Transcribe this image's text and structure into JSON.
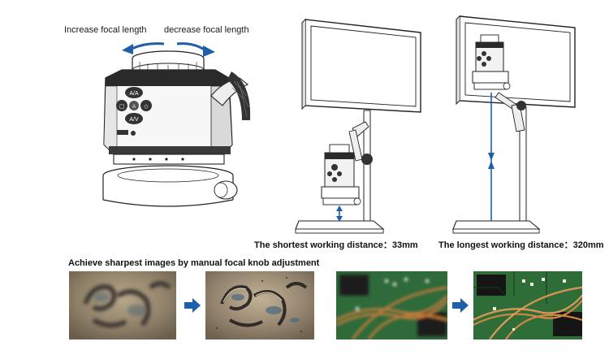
{
  "labels": {
    "increase_focal": "Increase focal length",
    "decrease_focal": "decrease focal length",
    "shortest_distance": "The shortest working distance：33mm",
    "longest_distance": "The longest working distance：320mm",
    "achieve_sharpest": "Achieve sharpest images by manual focal knob adjustment"
  },
  "button_glyphs": {
    "top": "A/A",
    "left": "▢",
    "right": "◇",
    "middle": "A",
    "bottom": "A/V"
  },
  "colors": {
    "accent_blue": "#1f5fa8",
    "line": "#222222"
  },
  "icons": [
    "rotate-left-arrow-icon",
    "rotate-right-arrow-icon",
    "arrow-right-icon"
  ]
}
